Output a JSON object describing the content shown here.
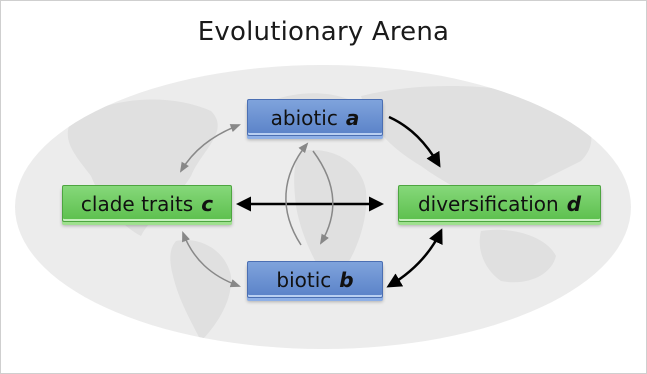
{
  "title": "Evolutionary Arena",
  "nodes": {
    "abiotic": {
      "label": "abiotic",
      "var": "a",
      "color": "#6d93d4"
    },
    "biotic": {
      "label": "biotic",
      "var": "b",
      "color": "#6d93d4"
    },
    "clade_traits": {
      "label": "clade traits",
      "var": "c",
      "color": "#72cc62"
    },
    "diversification": {
      "label": "diversification",
      "var": "d",
      "color": "#72cc62"
    }
  },
  "edges": [
    {
      "from": "abiotic",
      "to": "diversification",
      "style": "bold"
    },
    {
      "from": "clade_traits",
      "to": "diversification",
      "style": "bold",
      "bidirectional": true
    },
    {
      "from": "biotic",
      "to": "diversification",
      "style": "bold",
      "bidirectional": true
    },
    {
      "from": "abiotic",
      "to": "clade_traits",
      "style": "thin",
      "bidirectional": true
    },
    {
      "from": "biotic",
      "to": "clade_traits",
      "style": "thin",
      "bidirectional": true
    },
    {
      "from": "abiotic",
      "to": "biotic",
      "style": "thin",
      "bidirectional": true
    }
  ],
  "colors": {
    "map_background": "#ececec",
    "map_land": "#e2e2e2",
    "bold_arrow": "#000000",
    "thin_arrow": "#888888"
  }
}
